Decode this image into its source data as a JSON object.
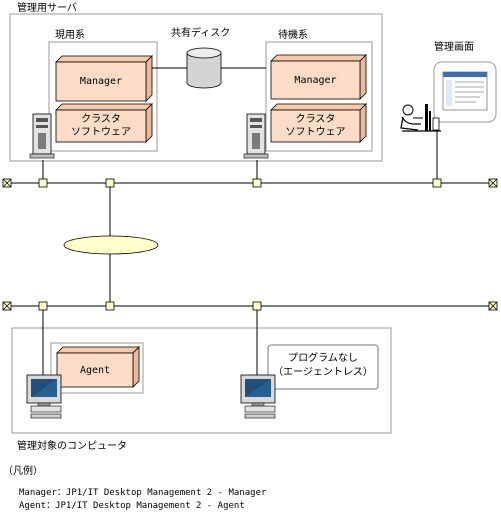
{
  "server_group": {
    "title": "管理用サーバ",
    "active_label": "現用系",
    "standby_label": "待機系",
    "shared_disk_label": "共有ディスク",
    "active_manager": "Manager",
    "active_cluster_line1": "クラスタ",
    "active_cluster_line2": "ソフトウェア",
    "standby_manager": "Manager",
    "standby_cluster_line1": "クラスタ",
    "standby_cluster_line2": "ソフトウェア"
  },
  "management_screen": {
    "label": "管理画面"
  },
  "managed_group": {
    "title": "管理対象のコンピュータ",
    "agent_label": "Agent",
    "agentless_line1": "プログラムなし",
    "agentless_line2": "（エージェントレス）"
  },
  "legend": {
    "heading": "（凡例）",
    "manager_line": "Manager：JP1/IT Desktop Management 2 - Manager",
    "agent_line": "Agent：JP1/IT Desktop Management 2 - Agent"
  },
  "colors": {
    "box_fill": "#fbdcc6",
    "box_side": "#eeb999",
    "group_border": "#9a9a9a",
    "network_cloud": "#ffffcc"
  }
}
